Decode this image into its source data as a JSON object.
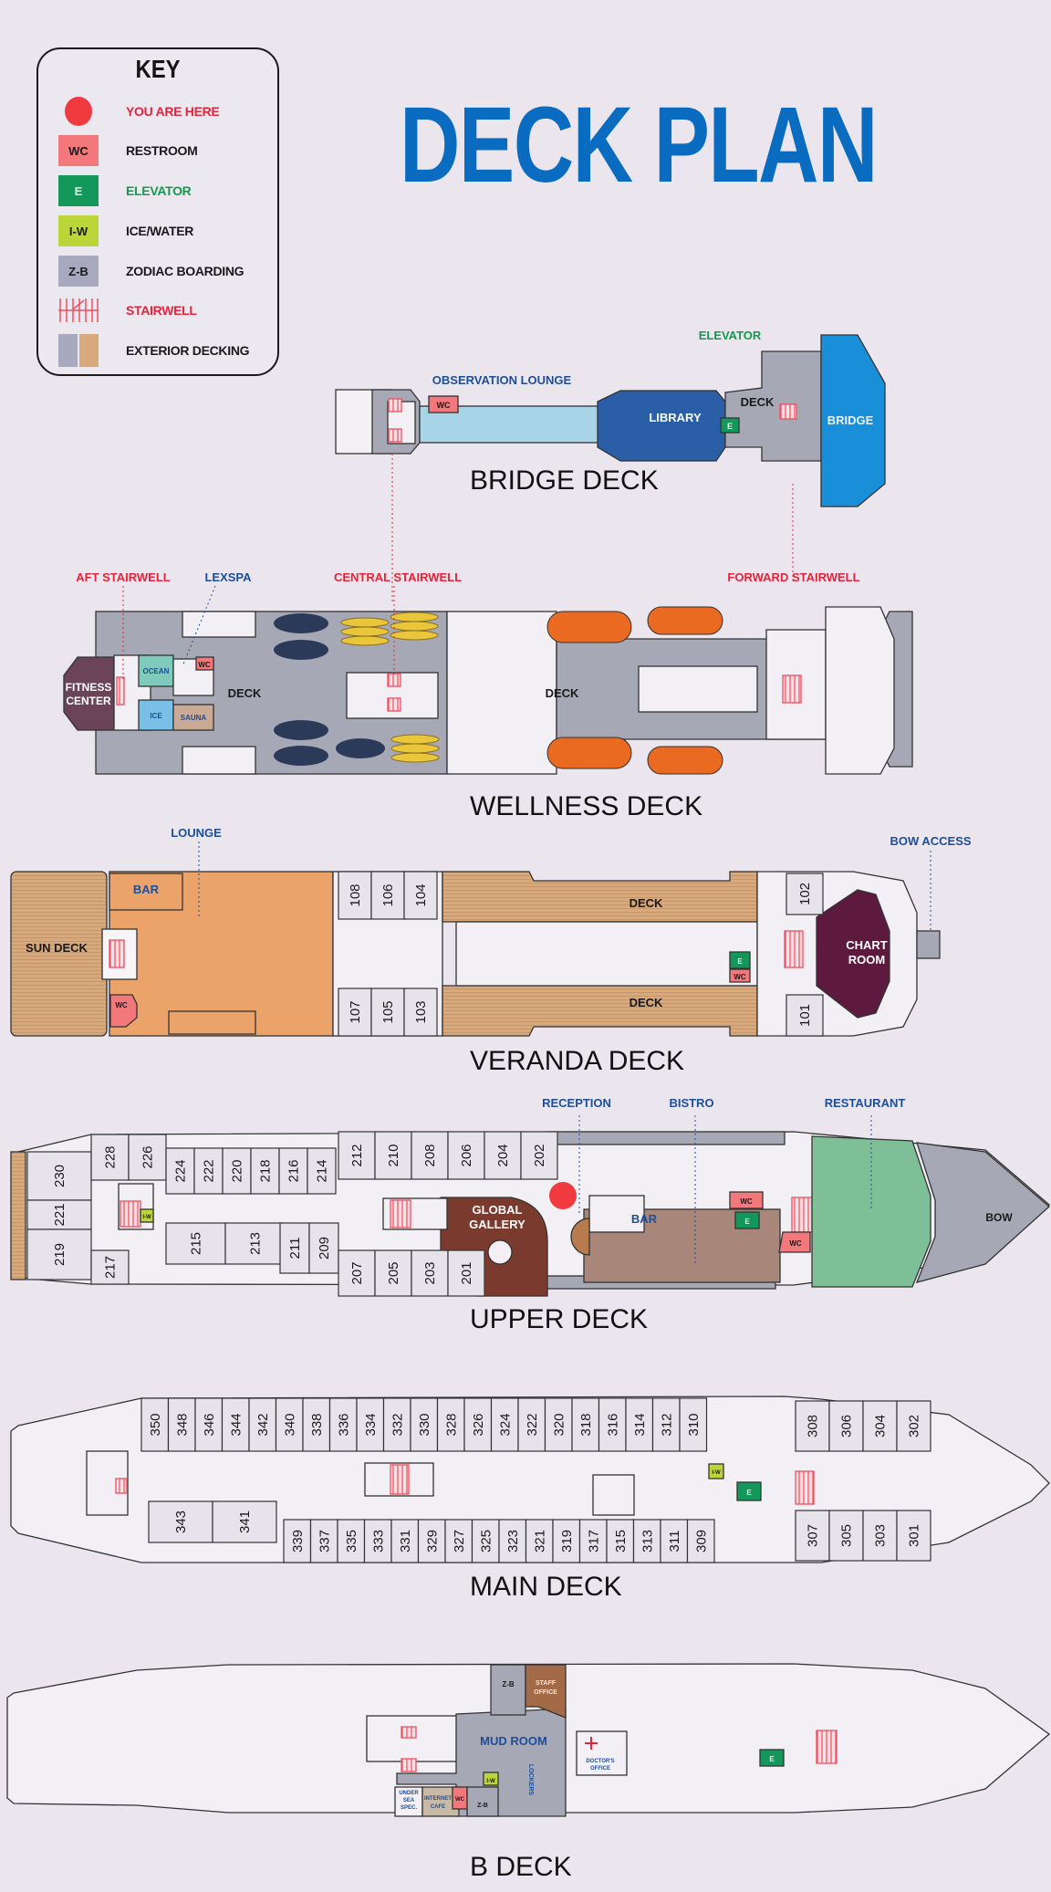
{
  "title": "DECK PLAN",
  "key": {
    "title": "KEY",
    "items": [
      {
        "symbol": "",
        "label": "YOU ARE HERE",
        "icon": "you-are-here-dot",
        "color": "#f03a3f",
        "label_color": "#e2253c"
      },
      {
        "symbol": "WC",
        "label": "RESTROOM",
        "icon": "restroom-icon",
        "color": "#f2787c",
        "label_color": "#1a1a1a"
      },
      {
        "symbol": "E",
        "label": "ELEVATOR",
        "icon": "elevator-icon",
        "color": "#13975a",
        "label_color": "#139a4d"
      },
      {
        "symbol": "I-W",
        "label": "ICE/WATER",
        "icon": "ice-water-icon",
        "color": "#bcd63a",
        "label_color": "#1a1a1a"
      },
      {
        "symbol": "Z-B",
        "label": "ZODIAC BOARDING",
        "icon": "zodiac-boarding-icon",
        "color": "#a8a9be",
        "label_color": "#1a1a1a"
      },
      {
        "symbol": "",
        "label": "STAIRWELL",
        "icon": "stairwell-icon",
        "color": "#ee4f60",
        "label_color": "#e2253c"
      },
      {
        "symbol": "",
        "label": "EXTERIOR DECKING",
        "icon": "exterior-decking-icon",
        "color": "#d9a97e",
        "label_color": "#1a1a1a"
      }
    ]
  },
  "colors": {
    "title": "#0a6cc0",
    "bridge": "#1a8fd9",
    "library": "#2a5fa8",
    "observation": "#a8d4e8",
    "lounge": "#eba36a",
    "wood": "#d9a97e",
    "chart_room": "#5e1a3e",
    "global_gallery": "#7b3a2e",
    "bistro": "#a8877a",
    "restaurant": "#7fbf98",
    "grey_deck": "#a7a8b6",
    "fitness": "#6b4458",
    "lifeboat": "#ea6a22",
    "kayak": "#e9c63a",
    "zodiac": "#2c3a5a",
    "wc": "#f2787c",
    "elevator": "#13975a",
    "icewater": "#bcd63a",
    "stair": "#ee4f60",
    "room": "#e6e3ea"
  },
  "decks": {
    "bridge": {
      "name": "BRIDGE DECK",
      "callouts": {
        "observation": "OBSERVATION LOUNGE",
        "elevator": "ELEVATOR"
      },
      "labels": {
        "wc": "WC",
        "library": "LIBRARY",
        "deck": "DECK",
        "elevator": "E",
        "bridge": "BRIDGE"
      }
    },
    "wellness": {
      "name": "WELLNESS DECK",
      "callouts": {
        "aft_stairwell": "AFT STAIRWELL",
        "lexspa": "LEXSPA",
        "central_stairwell": "CENTRAL STAIRWELL",
        "forward_stairwell": "FORWARD STAIRWELL"
      },
      "labels": {
        "fitness_1": "FITNESS",
        "fitness_2": "CENTER",
        "ocean": "OCEAN",
        "wc": "WC",
        "ice": "ICE",
        "sauna": "SAUNA",
        "deck_aft": "DECK",
        "deck_mid": "DECK"
      }
    },
    "veranda": {
      "name": "VERANDA DECK",
      "callouts": {
        "lounge": "LOUNGE",
        "bow_access": "BOW ACCESS"
      },
      "labels": {
        "sun_deck": "SUN DECK",
        "bar": "BAR",
        "wc": "WC",
        "deck_top": "DECK",
        "deck_bottom": "DECK",
        "elevator": "E",
        "wc2": "WC",
        "chart_1": "CHART",
        "chart_2": "ROOM"
      },
      "cabins_top": [
        "108",
        "106",
        "104"
      ],
      "cabins_bottom": [
        "107",
        "105",
        "103"
      ],
      "cabins_fwd": [
        "102",
        "101"
      ]
    },
    "upper": {
      "name": "UPPER DECK",
      "callouts": {
        "reception": "RECEPTION",
        "bistro": "BISTRO",
        "restaurant": "RESTAURANT"
      },
      "labels": {
        "gallery_1": "GLOBAL",
        "gallery_2": "GALLERY",
        "bar": "BAR",
        "wc1": "WC",
        "wc2": "WC",
        "elevator": "E",
        "icewater": "I-W",
        "bow": "BOW"
      },
      "cabins_aft": [
        "230",
        "221",
        "219"
      ],
      "cabins_top_a": [
        "228",
        "226"
      ],
      "cabins_top_b": [
        "224",
        "222",
        "220",
        "218",
        "216",
        "214"
      ],
      "cabins_top_c": [
        "212",
        "210",
        "208",
        "206",
        "204",
        "202"
      ],
      "cabins_bottom_a": [
        "217"
      ],
      "cabins_bottom_b": [
        "215",
        "213"
      ],
      "cabins_bottom_c": [
        "211",
        "209"
      ],
      "cabins_bottom_d": [
        "207",
        "205",
        "203",
        "201"
      ]
    },
    "main": {
      "name": "MAIN DECK",
      "labels": {
        "icewater": "I-W",
        "elevator": "E"
      },
      "cabins_top": [
        "350",
        "348",
        "346",
        "344",
        "342",
        "340",
        "338",
        "336",
        "334",
        "332",
        "330",
        "328",
        "326",
        "324",
        "322",
        "320",
        "318",
        "316",
        "314",
        "312",
        "310"
      ],
      "cabins_top_fwd": [
        "308",
        "306",
        "304",
        "302"
      ],
      "cabins_bottom_big": [
        "343",
        "341"
      ],
      "cabins_bottom": [
        "339",
        "337",
        "335",
        "333",
        "331",
        "329",
        "327",
        "325",
        "323",
        "321",
        "319",
        "317",
        "315",
        "313",
        "311",
        "309"
      ],
      "cabins_bottom_fwd": [
        "307",
        "305",
        "303",
        "301"
      ]
    },
    "b": {
      "name": "B DECK",
      "labels": {
        "zb_top": "Z-B",
        "staff_1": "STAFF",
        "staff_2": "OFFICE",
        "mud_room": "MUD ROOM",
        "lockers": "LOCKERS",
        "icewater": "I-W",
        "wc": "WC",
        "zb_bottom": "Z-B",
        "undersea_1": "UNDER",
        "undersea_2": "SEA",
        "undersea_3": "SPEC.",
        "internet_1": "INTERNET",
        "internet_2": "CAFE",
        "doctor_1": "DOCTOR'S",
        "doctor_2": "OFFICE",
        "elevator": "E"
      }
    }
  }
}
